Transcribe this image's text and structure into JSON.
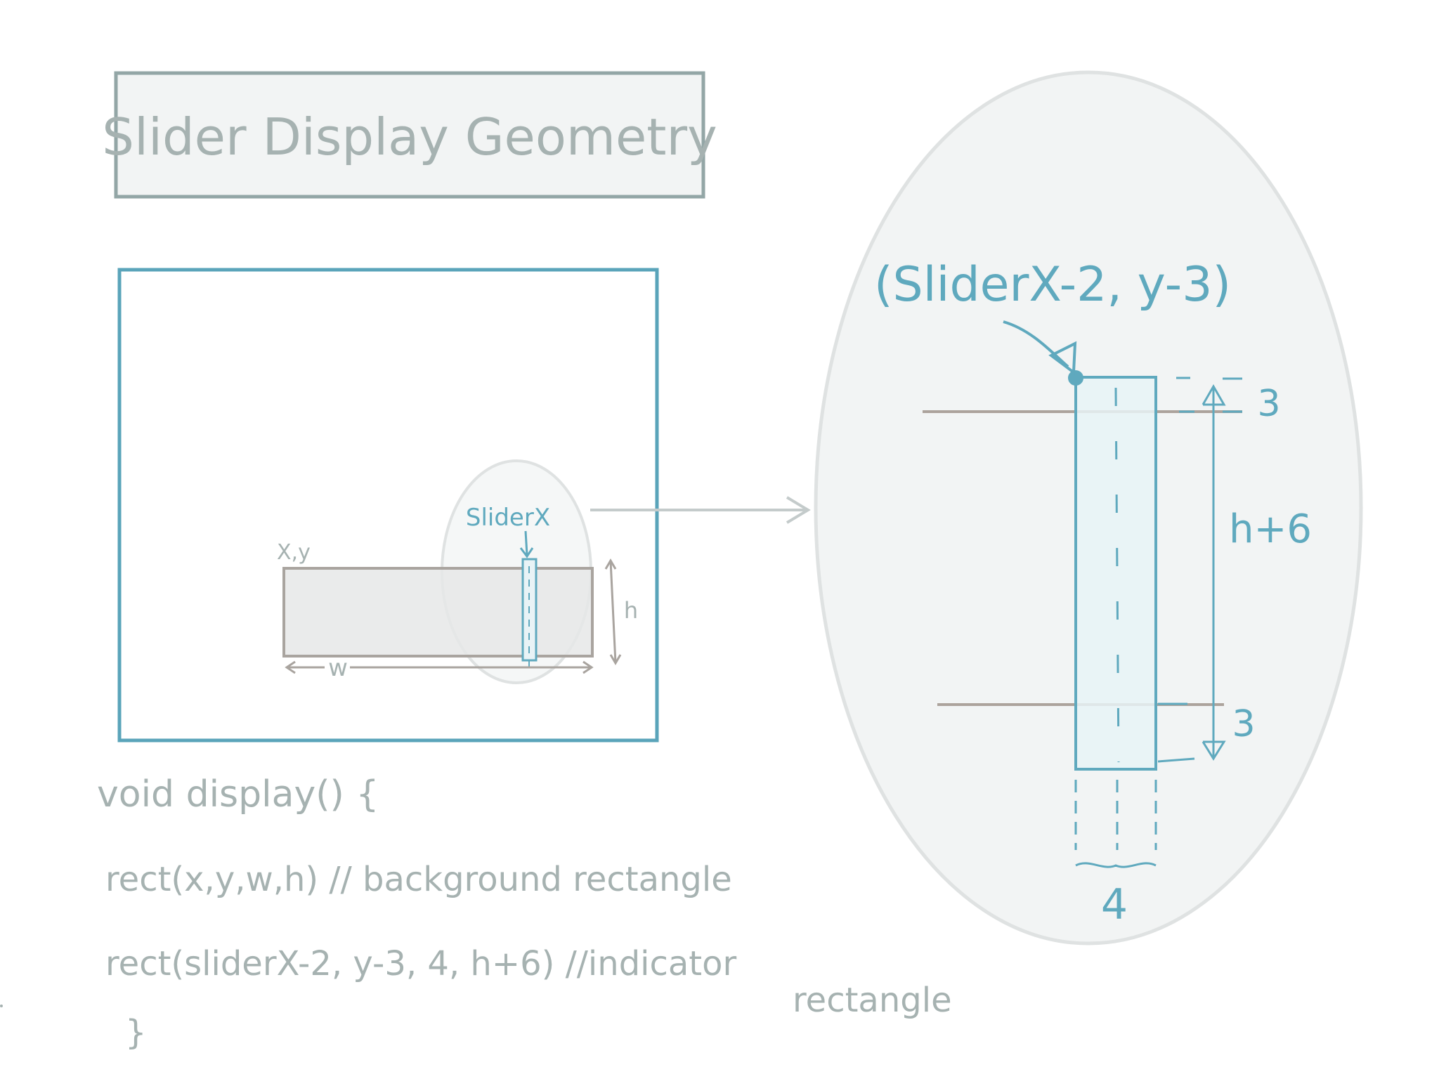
{
  "title": "Slider Display  Geometry",
  "small_diagram": {
    "origin_label": "X,y",
    "width_label": "w",
    "height_label": "h",
    "slider_label": "SliderX"
  },
  "zoom_view": {
    "corner_label": "(SliderX-2, y-3)",
    "top_offset_label": "3",
    "bottom_offset_label": "3",
    "height_label": "h+6",
    "width_label": "4"
  },
  "code": {
    "line1": "void display() {",
    "line2": "rect(x,y,w,h)  // background rectangle",
    "line3": "rect(sliderX-2, y-3, 4, h+6)  //indicator",
    "line3_cont": "rectangle",
    "line4": "}"
  },
  "colors": {
    "accent_blue": "#5fa9be",
    "frame_blue": "#5aa4ba",
    "ink_gray": "#a6b2b1",
    "track_fill": "#e6e8e8",
    "track_stroke": "#a9a49f",
    "bubble_fill": "#f2f4f4",
    "indicator_fill": "#e8f3f6"
  }
}
